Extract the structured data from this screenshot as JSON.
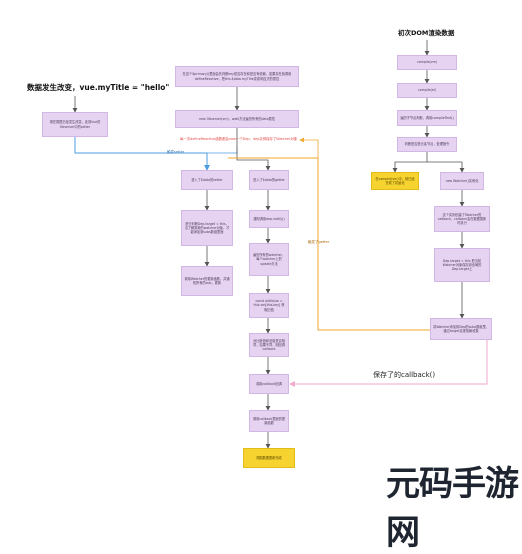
{
  "headings": {
    "left_title": "数据发生改变，vue.myTitle = \"hello\"",
    "right_title": "初次DOM渲染数据",
    "callback_note": "保存了的callback()"
  },
  "boxes": {
    "a1": "现在数据已经发生改变，走到Vue的Observer中的setter",
    "b1": "在这个$primary()里面会先判断key是否存在和是否有依赖，如果存在就调用defineReactive，把this.$data.myTitle变成响应式的属性",
    "b2": "new Observer(vm)，walk方法遍历所有的data属性",
    "b_red": "每一次defineReactive函数都会new一个Dep，dep实例保存了Watcher对象",
    "c1": "进入了$data的setter",
    "c2": "进行判断Dep.target = this，当了解到新的watcher对象，才能添加到subs数组里面",
    "c3": "调用Watcher的更新函数，并通知所有的sub，更新",
    "d1": "进入了$data的getter",
    "d2": "通知调用dep.notify()",
    "d3": "遍历所有的watcher，每个watcher上的update方法",
    "d4": "const oldValue = this.vm[this.key] 获取旧值",
    "d5": "对比新值和旧值是否相同，如果不同，则回调callback",
    "d6": "调用callback回调",
    "d7": "调用callback里面的更新函数",
    "d8_yellow": "视图数据更新完成",
    "r1": "compile(vm)",
    "r2": "compile(el)",
    "r3": "遍历子节点判断，调用compileText()",
    "r4": "判断是否是元素节点，处理指令",
    "r5_yellow": "在compile(vm)中，就已经完成了初始化",
    "r6": "new Watcher()实例化",
    "r7": "这个实例创建了Watcher的callback，callback会在数据更新时执行",
    "r8": "Dep.target = this 把当前Watcher对象保存到全局的Dep.target上",
    "r9": "将Watcher添加到Dep的subs数组里，通过target实现依赖收集"
  },
  "labels": {
    "setter_tag": "触发setter",
    "getter_tag": "触发了getter"
  },
  "colors": {
    "box": "#e6d3f2",
    "highlight": "#f6d32e",
    "arrow": "#555555",
    "setter_line": "#4d9de0",
    "getter_line": "#f0a732",
    "callback_line": "#f3a8cf",
    "red_note": "#e34b4b"
  },
  "watermark": "元码手游网"
}
